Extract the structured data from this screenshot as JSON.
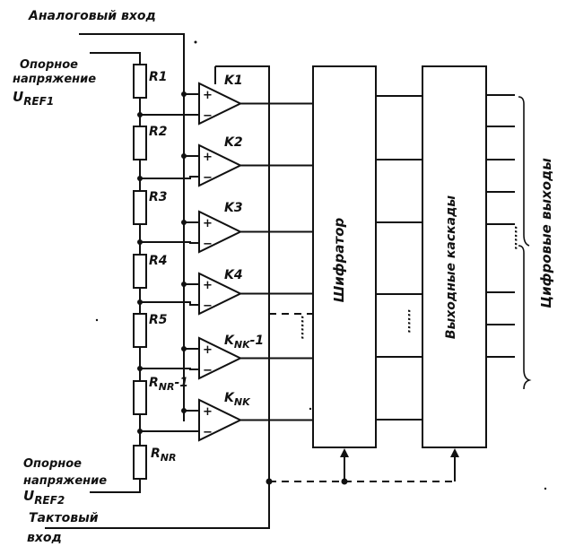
{
  "labels": {
    "analog_input": "Аналоговый вход",
    "ref1_line1": "Опорное",
    "ref1_line2": "напряжение",
    "ref1_sym": "U",
    "ref1_sub": "REF1",
    "ref2_line1": "Опорное",
    "ref2_line2": "напряжение",
    "ref2_sym": "U",
    "ref2_sub": "REF2",
    "clock_line1": "Тактовый",
    "clock_line2": "вход",
    "encoder": "Шифратор",
    "output_stages": "Выходные каскады",
    "digital_outputs": "Цифровые выходы"
  },
  "resistors": [
    {
      "name": "R1"
    },
    {
      "name": "R2"
    },
    {
      "name": "R3"
    },
    {
      "name": "R4"
    },
    {
      "name": "R5"
    },
    {
      "name": "R",
      "sub": "NR",
      "suffix": "-1"
    },
    {
      "name": "R",
      "sub": "NR"
    }
  ],
  "comparators": [
    {
      "name": "K1"
    },
    {
      "name": "K2"
    },
    {
      "name": "K3"
    },
    {
      "name": "K4"
    },
    {
      "name": "K",
      "sub": "NK",
      "suffix": "-1"
    },
    {
      "name": "K",
      "sub": "NK"
    }
  ],
  "comparator_pins": {
    "plus": "+",
    "minus": "−"
  },
  "ellipsis": "......"
}
